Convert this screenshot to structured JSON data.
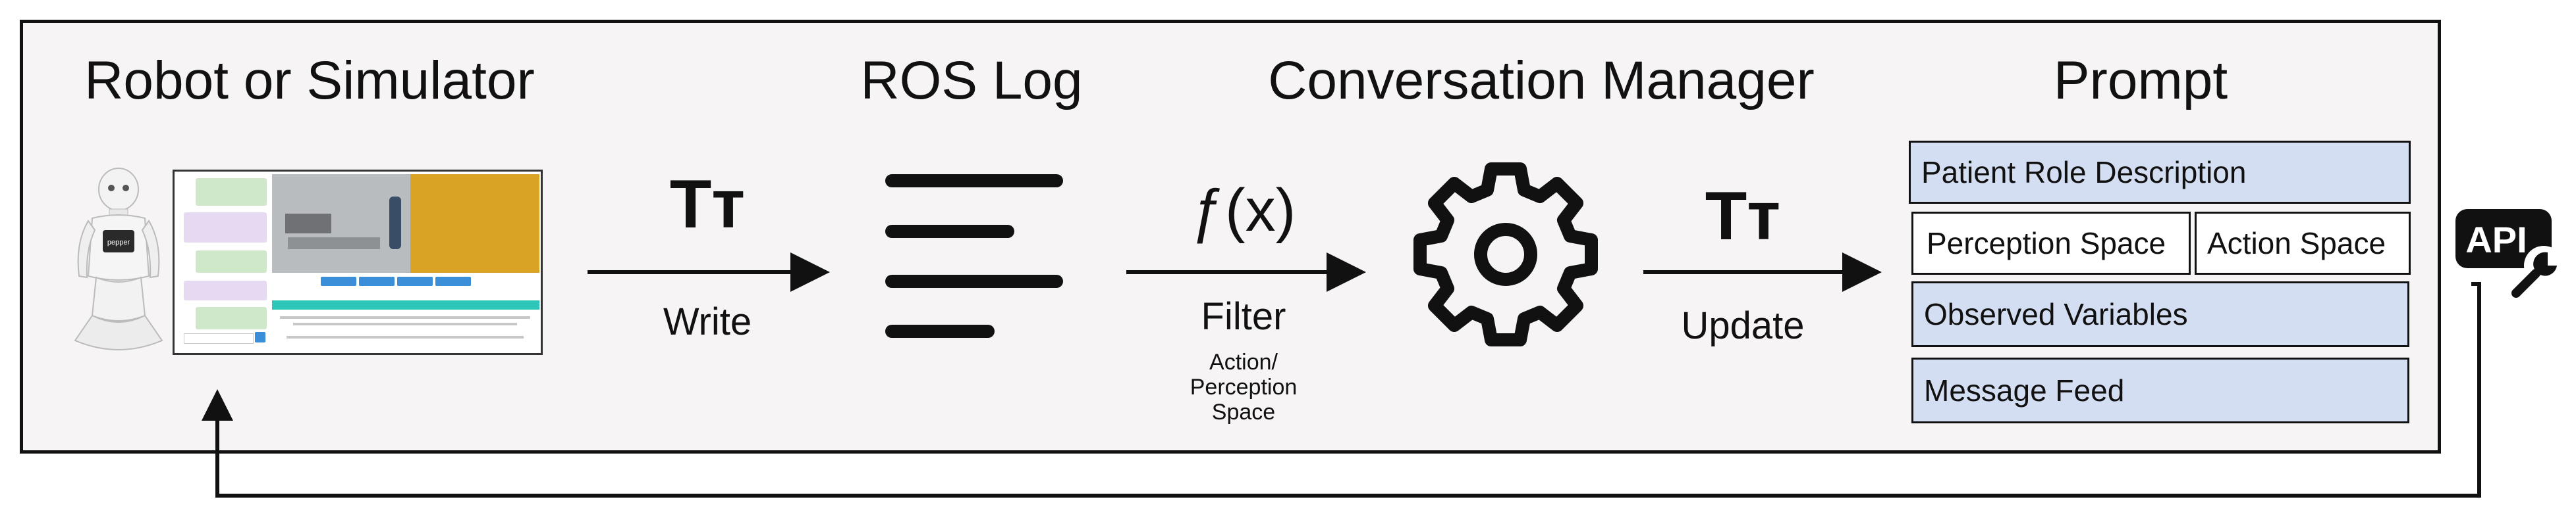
{
  "headings": {
    "robot": "Robot or Simulator",
    "ros_log": "ROS Log",
    "conversation_manager": "Conversation Manager",
    "prompt": "Prompt"
  },
  "arrows": {
    "write": "Write",
    "filter": "Filter",
    "filter_sub": [
      "Action/",
      "Perception",
      "Space"
    ],
    "update": "Update"
  },
  "icons": {
    "text_glyph": "Tт",
    "function_glyph": "ƒ(x)",
    "api_label": "API"
  },
  "prompt_sections": {
    "patient_role": "Patient Role Description",
    "perception_space": "Perception Space",
    "action_space": "Action Space",
    "observed_variables": "Observed Variables",
    "message_feed": "Message Feed"
  },
  "robot_screen_text": "pepper",
  "colors": {
    "frame_bg": "#f6f4f4",
    "prompt_fill": "#d4def2",
    "sim_scene": "#d9a326",
    "sim_banner": "#2cc7b9",
    "sim_buttons": "#3b8fd8",
    "chat_green": "#cfe8c9",
    "chat_purple": "#e6daf2"
  }
}
